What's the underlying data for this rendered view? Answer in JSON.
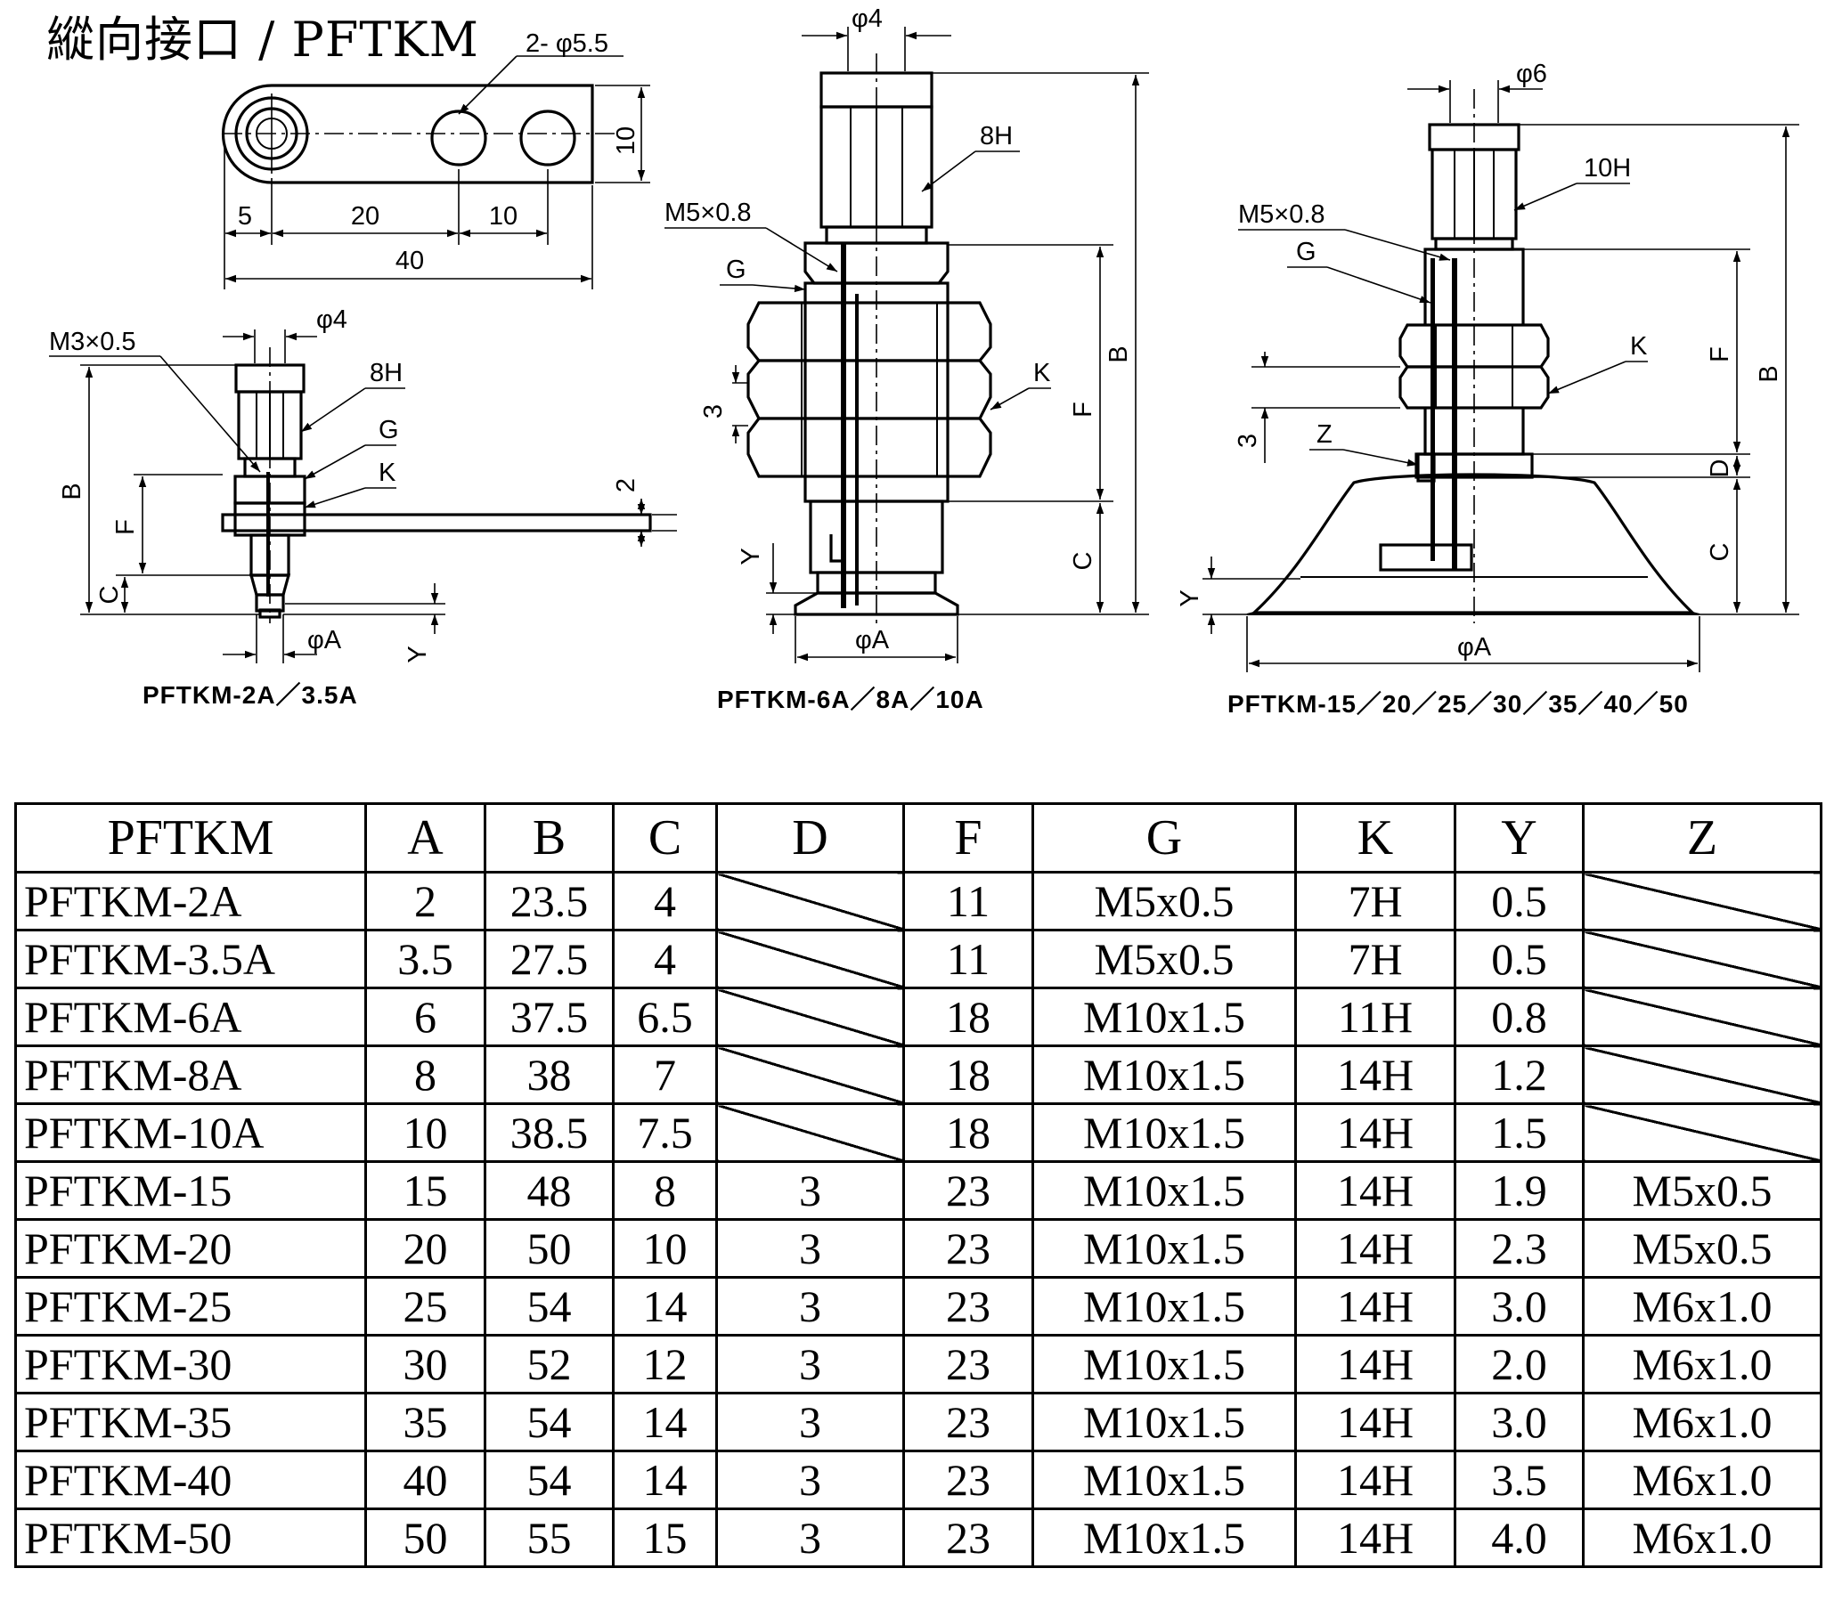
{
  "title": "縱向接口 / PFTKM",
  "drawing_small": {
    "caption": "PFTKM-2A／3.5A",
    "bracket_labels": {
      "holes": "2- φ5.5",
      "height": "10",
      "dim_5": "5",
      "dim_20": "20",
      "dim_10": "10",
      "overall": "40"
    },
    "labels": {
      "thread": "M3×0.5",
      "bore": "φ4",
      "hex": "8H",
      "g": "G",
      "k": "K",
      "plate": "2",
      "b": "B",
      "f": "F",
      "c": "C",
      "a": "φA",
      "y": "Y"
    }
  },
  "drawing_medium": {
    "caption": "PFTKM-6A／8A／10A",
    "labels": {
      "bore": "φ4",
      "hex": "8H",
      "thread": "M5×0.8",
      "g": "G",
      "k": "K",
      "pitch": "3",
      "b": "B",
      "f": "F",
      "c": "C",
      "y": "Y",
      "a": "φA"
    }
  },
  "drawing_large": {
    "caption": "PFTKM-15／20／25／30／35／40／50",
    "labels": {
      "bore": "φ6",
      "hex": "10H",
      "thread": "M5×0.8",
      "g": "G",
      "k": "K",
      "pitch": "3",
      "z": "Z",
      "f": "F",
      "b": "B",
      "d": "D",
      "c": "C",
      "y": "Y",
      "a": "φA"
    }
  },
  "table": {
    "headers": [
      "PFTKM",
      "A",
      "B",
      "C",
      "D",
      "F",
      "G",
      "K",
      "Y",
      "Z"
    ],
    "rows": [
      [
        "PFTKM-2A",
        "2",
        "23.5",
        "4",
        "",
        "11",
        "M5x0.5",
        "7H",
        "0.5",
        ""
      ],
      [
        "PFTKM-3.5A",
        "3.5",
        "27.5",
        "4",
        "",
        "11",
        "M5x0.5",
        "7H",
        "0.5",
        ""
      ],
      [
        "PFTKM-6A",
        "6",
        "37.5",
        "6.5",
        "",
        "18",
        "M10x1.5",
        "11H",
        "0.8",
        ""
      ],
      [
        "PFTKM-8A",
        "8",
        "38",
        "7",
        "",
        "18",
        "M10x1.5",
        "14H",
        "1.2",
        ""
      ],
      [
        "PFTKM-10A",
        "10",
        "38.5",
        "7.5",
        "",
        "18",
        "M10x1.5",
        "14H",
        "1.5",
        ""
      ],
      [
        "PFTKM-15",
        "15",
        "48",
        "8",
        "3",
        "23",
        "M10x1.5",
        "14H",
        "1.9",
        "M5x0.5"
      ],
      [
        "PFTKM-20",
        "20",
        "50",
        "10",
        "3",
        "23",
        "M10x1.5",
        "14H",
        "2.3",
        "M5x0.5"
      ],
      [
        "PFTKM-25",
        "25",
        "54",
        "14",
        "3",
        "23",
        "M10x1.5",
        "14H",
        "3.0",
        "M6x1.0"
      ],
      [
        "PFTKM-30",
        "30",
        "52",
        "12",
        "3",
        "23",
        "M10x1.5",
        "14H",
        "2.0",
        "M6x1.0"
      ],
      [
        "PFTKM-35",
        "35",
        "54",
        "14",
        "3",
        "23",
        "M10x1.5",
        "14H",
        "3.0",
        "M6x1.0"
      ],
      [
        "PFTKM-40",
        "40",
        "54",
        "14",
        "3",
        "23",
        "M10x1.5",
        "14H",
        "3.5",
        "M6x1.0"
      ],
      [
        "PFTKM-50",
        "50",
        "55",
        "15",
        "3",
        "23",
        "M10x1.5",
        "14H",
        "4.0",
        "M6x1.0"
      ]
    ]
  }
}
